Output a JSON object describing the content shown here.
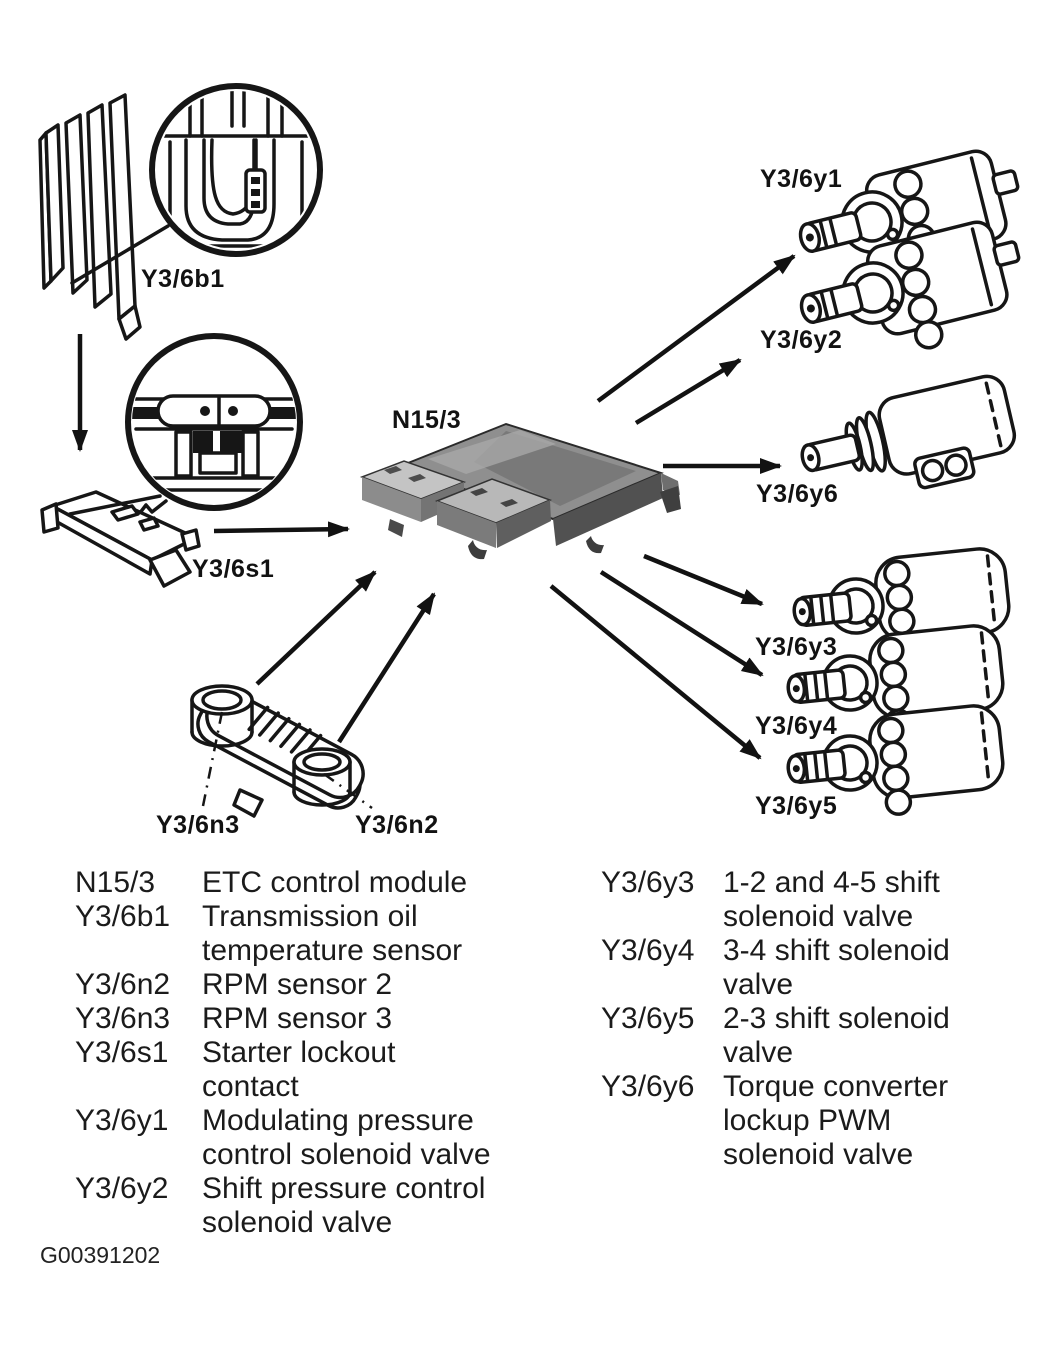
{
  "colors": {
    "ink": "#161616",
    "background": "#ffffff",
    "module_gray": "#8f8f8f"
  },
  "diagram": {
    "labels": {
      "n15_3": "N15/3",
      "y3_6b1": "Y3/6b1",
      "y3_6s1": "Y3/6s1",
      "y3_6n3": "Y3/6n3",
      "y3_6n2": "Y3/6n2",
      "y3_6y1": "Y3/6y1",
      "y3_6y2": "Y3/6y2",
      "y3_6y3": "Y3/6y3",
      "y3_6y4": "Y3/6y4",
      "y3_6y5": "Y3/6y5",
      "y3_6y6": "Y3/6y6"
    }
  },
  "legend": {
    "left": [
      {
        "term": "N15/3",
        "desc": "ETC control module"
      },
      {
        "term": "Y3/6b1",
        "desc": "Transmission oil\ntemperature sensor"
      },
      {
        "term": "Y3/6n2",
        "desc": "RPM sensor 2"
      },
      {
        "term": "Y3/6n3",
        "desc": "RPM sensor 3"
      },
      {
        "term": "Y3/6s1",
        "desc": "Starter lockout\ncontact"
      },
      {
        "term": "Y3/6y1",
        "desc": "Modulating pressure\ncontrol solenoid valve"
      },
      {
        "term": "Y3/6y2",
        "desc": "Shift pressure control\nsolenoid valve"
      }
    ],
    "right": [
      {
        "term": "Y3/6y3",
        "desc": "1-2 and 4-5 shift\nsolenoid valve"
      },
      {
        "term": "Y3/6y4",
        "desc": "3-4 shift solenoid\nvalve"
      },
      {
        "term": "Y3/6y5",
        "desc": "2-3 shift solenoid\nvalve"
      },
      {
        "term": "Y3/6y6",
        "desc": "Torque converter\nlockup PWM\nsolenoid valve"
      }
    ]
  },
  "figure_id": "G00391202"
}
